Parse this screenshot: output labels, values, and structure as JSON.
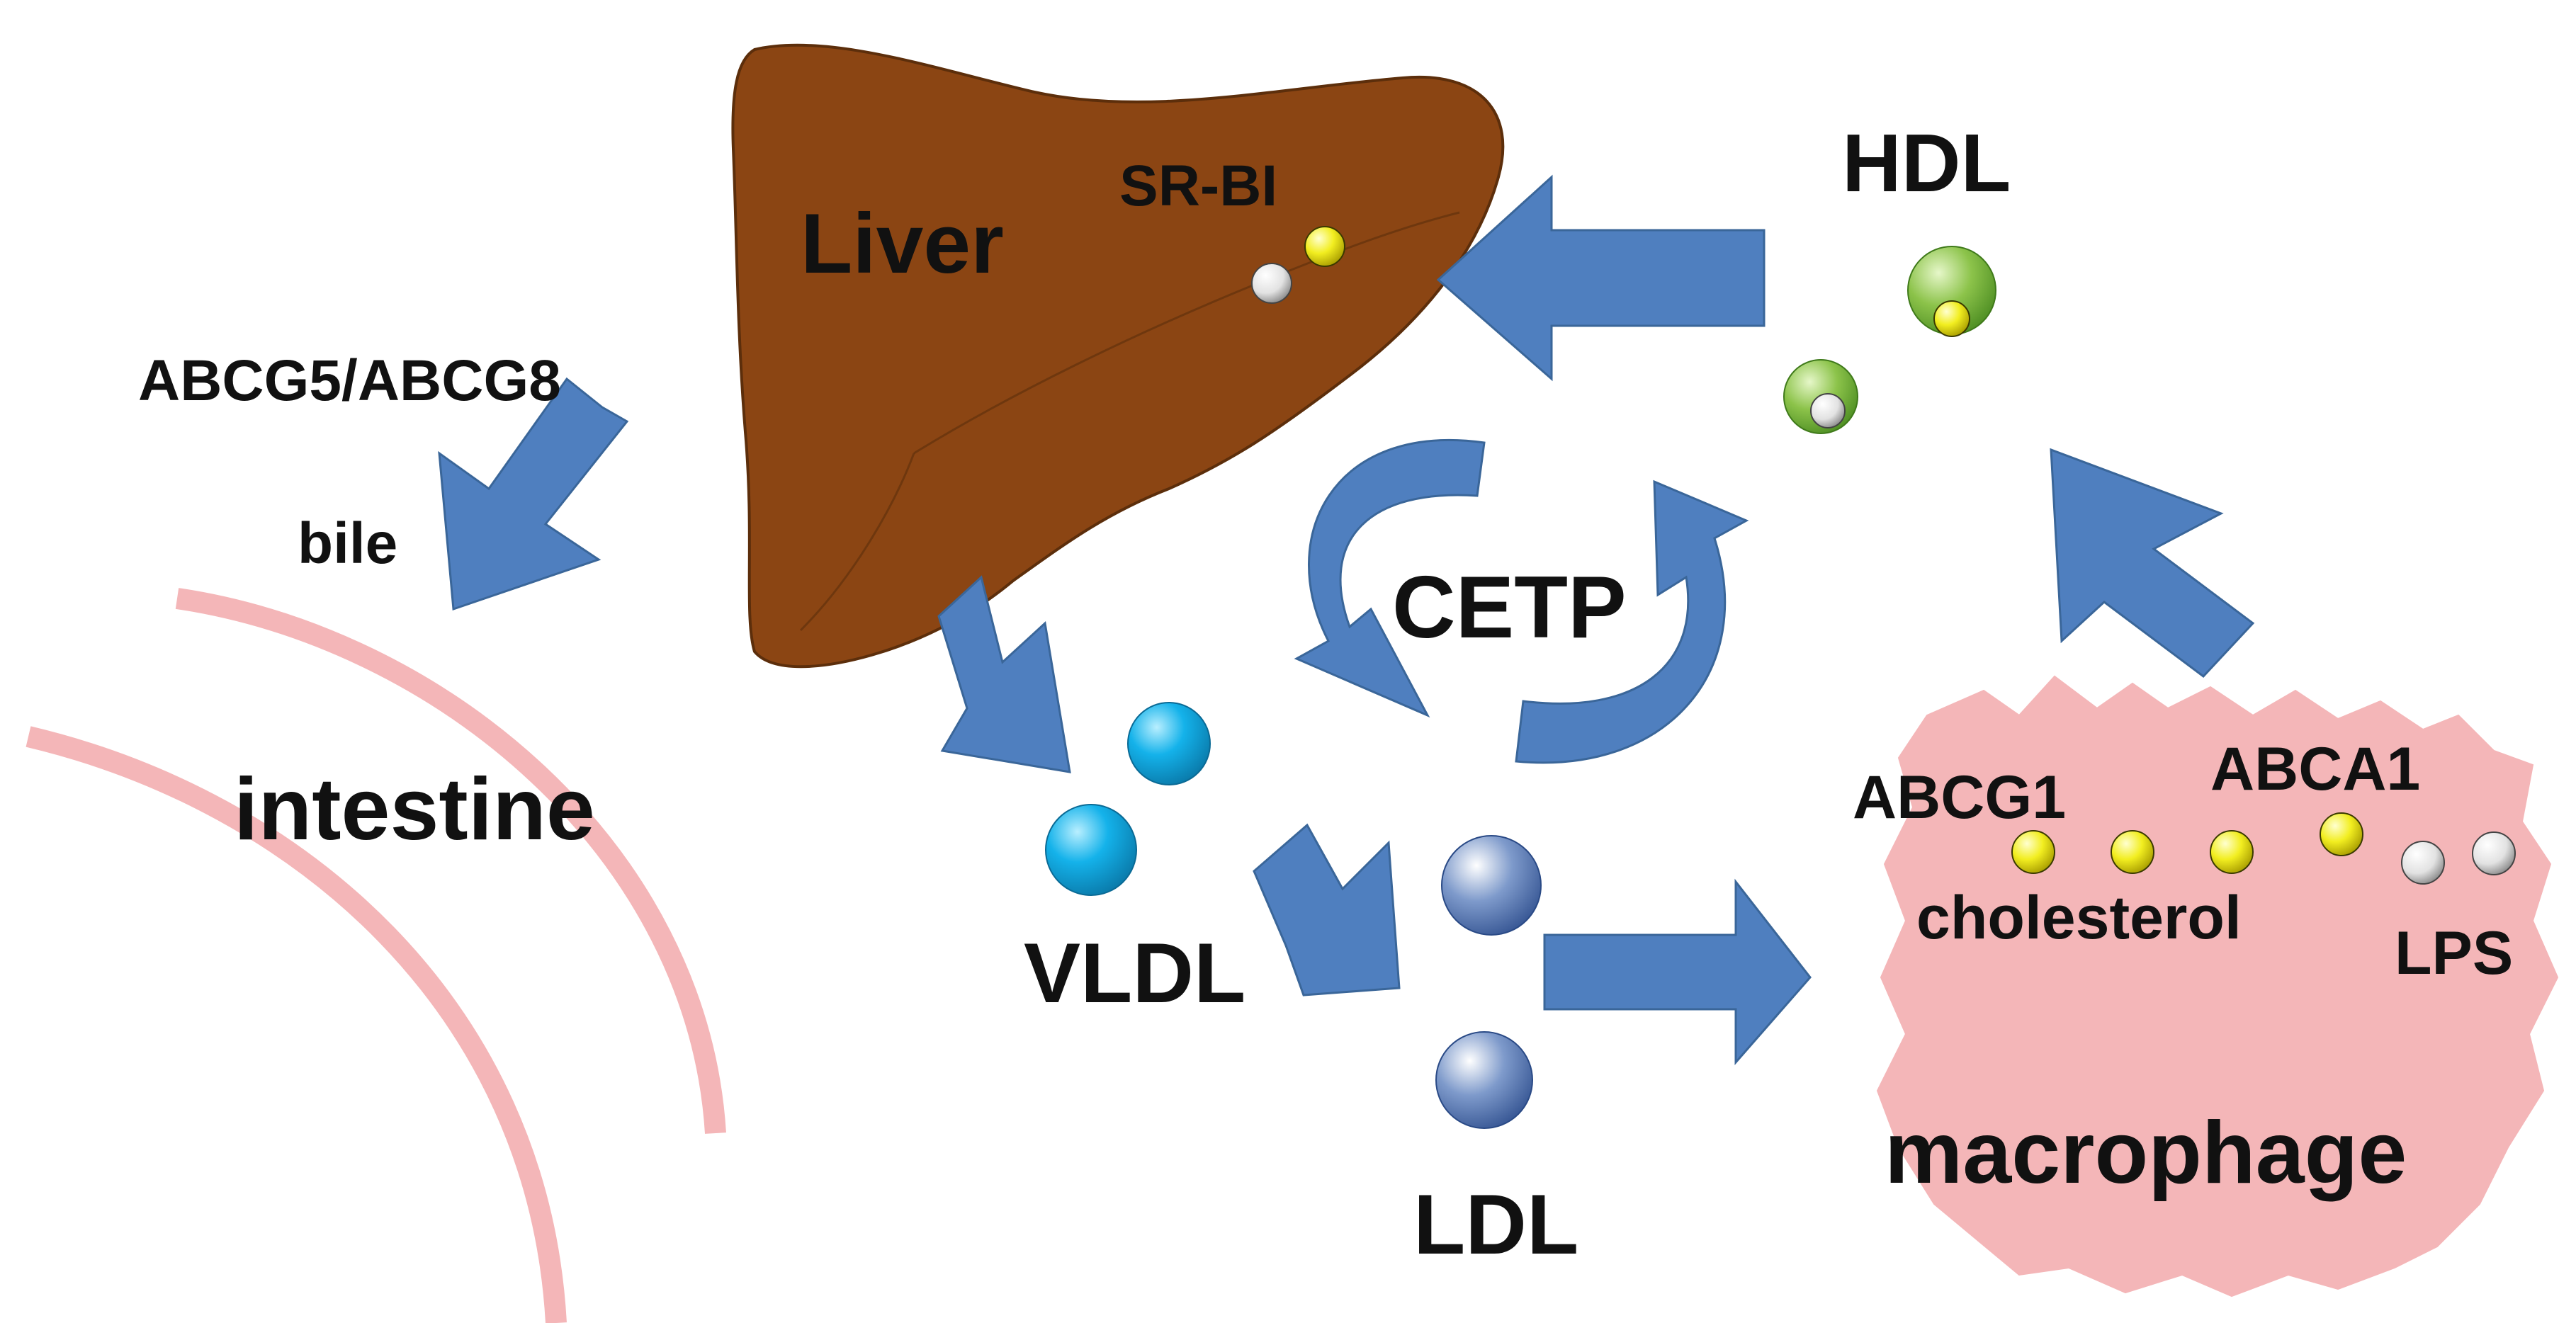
{
  "labels": {
    "liver": "Liver",
    "sr_bi": "SR-BI",
    "hdl": "HDL",
    "abcg5_abcg8": "ABCG5/ABCG8",
    "bile": "bile",
    "intestine": "intestine",
    "cetp": "CETP",
    "vldl": "VLDL",
    "ldl": "LDL",
    "abcg1": "ABCG1",
    "abca1": "ABCA1",
    "cholesterol": "cholesterol",
    "lps": "LPS",
    "macrophage": "macrophage"
  },
  "colors": {
    "liver": "#8b4513",
    "liver_outline": "#5c2e0b",
    "arrow": "#4f7fbf",
    "arrow_outline": "#3a6699",
    "intestine": "#f4b6b8",
    "macrophage": "#f4b6b8",
    "hdl_particle": "#8cc34a",
    "vldl_particle": "#14b2ea",
    "ldl_particle": "#4a6fae",
    "cholesterol_dot": "#f2ee20",
    "lps_dot": "#eeeeee"
  }
}
